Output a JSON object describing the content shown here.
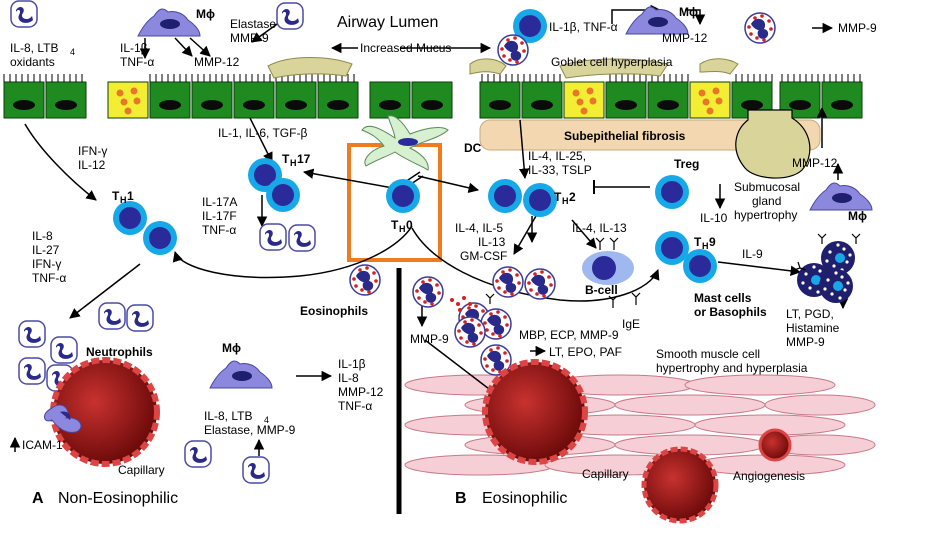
{
  "colors": {
    "epithelium": "#1f8a1f",
    "goblet": "#f3ee33",
    "goblet_granule": "#e9772a",
    "nucleus": "#0b0b0b",
    "tcell_ring": "#17a8e8",
    "tcell_core": "#2a2a9a",
    "macrophage": "#8b88dd",
    "mucus": "#d9d59a",
    "fibrosis": "#f2d7b0",
    "muscle": "#f6cfd6",
    "vessel": "#a51a1a",
    "dc": "#d7f0d0",
    "highlight_box": "#f07a1e"
  },
  "icons": [
    "neutrophil-icon",
    "macrophage-icon",
    "eosinophil-icon",
    "t-cell-icon",
    "b-cell-icon",
    "mast-cell-icon",
    "dendritic-cell-icon",
    "goblet-cell-icon",
    "capillary-icon"
  ],
  "labels": {
    "airway_lumen": "Airway Lumen",
    "increased_mucus": "Increased Mucus",
    "goblet_hyperplasia": "Goblet cell hyperplasia",
    "subepithelial_fibrosis": "Subepithelial fibrosis",
    "submucosal_1": "Submucosal",
    "submucosal_2": "gland",
    "submucosal_3": "hypertrophy",
    "dc": "DC",
    "th0": "TH0",
    "th1": "TH1",
    "th2": "TH2",
    "th9": "TH9",
    "th17": "TH17",
    "treg": "Treg",
    "bcell": "B-cell",
    "mast_1": "Mast cells",
    "mast_2": "or Basophils",
    "eosinophils": "Eosinophils",
    "neutrophils": "Neutrophils",
    "capillary_a": "Capillary",
    "capillary_b": "Capillary",
    "angiogenesis": "Angiogenesis",
    "icam": "ICAM-1",
    "smooth_1": "Smooth muscle cell",
    "smooth_2": "hypertrophy and hyperplasia",
    "ige": "IgE",
    "panel_a_letter": "A",
    "panel_a_title": "Non-Eosinophilic",
    "panel_b_letter": "B",
    "panel_b_title": "Eosinophilic",
    "mphi": "Mϕ"
  },
  "mediators": {
    "tl_1": "IL-8, LTB",
    "tl_1_sub": "4",
    "tl_2": "oxidants",
    "mac_tl_1": "IL-1β",
    "mac_tl_2": "TNF-α",
    "mac_tl_3": "MMP-12",
    "elastase_1": "Elastase",
    "elastase_2": "MMP-9",
    "ifn_1": "IFN-γ",
    "ifn_2": "IL-12",
    "il1_6": "IL-1, IL-6, TGF-β",
    "il17_1": "IL-17A",
    "il17_2": "IL-17F",
    "il17_3": "TNF-α",
    "th1_1": "IL-8",
    "th1_2": "IL-27",
    "th1_3": "IFN-γ",
    "th1_4": "TNF-α",
    "mac_a_1": "IL-1β",
    "mac_a_2": "IL-8",
    "mac_a_3": "MMP-12",
    "mac_a_4": "TNF-α",
    "il8_ltb_1": "IL-8, LTB",
    "il8_ltb_sub": "4",
    "il8_ltb_2": "Elastase, MMP-9",
    "tr_1": "IL-1β, TNF-α",
    "tr_2": "MMP-12",
    "tr_3": "MMP-9",
    "th2_1": "IL-4, IL-25,",
    "th2_2": "IL-33, TSLP",
    "il10": "IL-10",
    "mmp12_r": "MMP-12",
    "il45_1": "IL-4, IL-5",
    "il45_2": "IL-13",
    "il45_3": "GM-CSF",
    "il413": "IL-4, IL-13",
    "il9": "IL-9",
    "mast_med_1": "LT, PGD,",
    "mast_med_2": "Histamine",
    "mast_med_3": "MMP-9",
    "mmp9_b": "MMP-9",
    "mbp": "MBP, ECP, MMP-9",
    "lt_epo": "LT, EPO, PAF"
  }
}
